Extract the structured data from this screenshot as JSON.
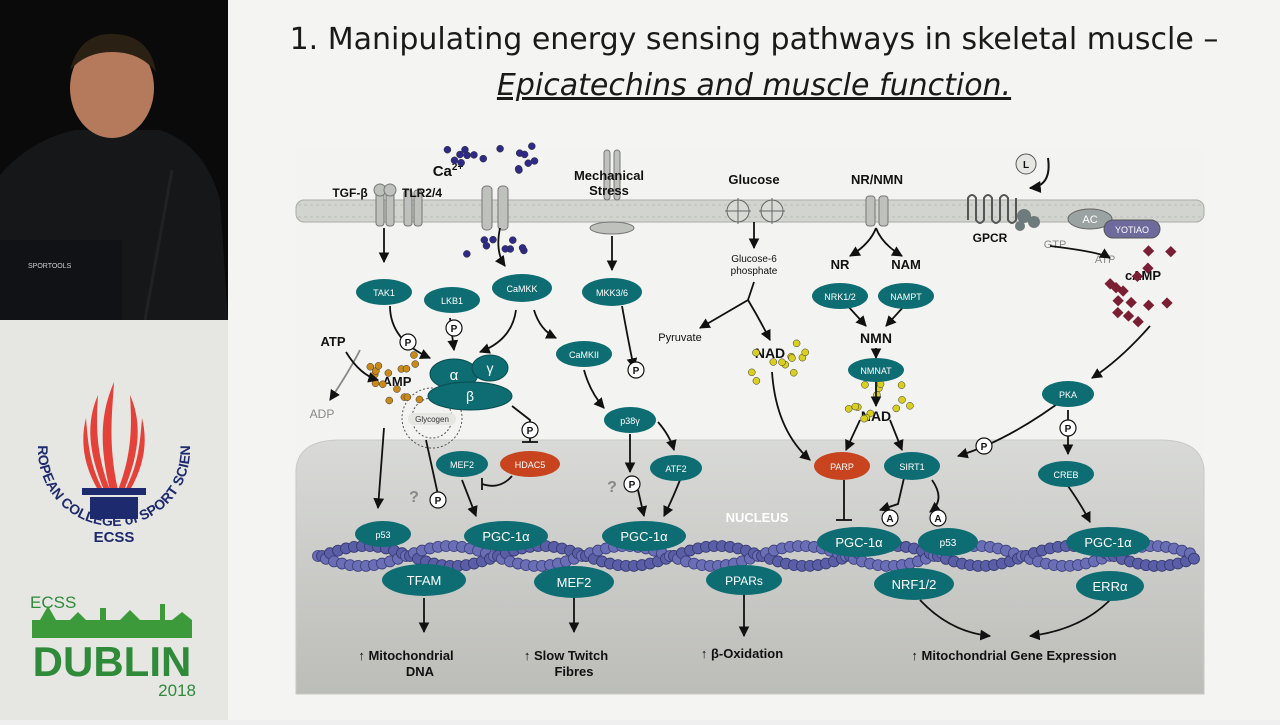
{
  "slide": {
    "title_line1": "1. Manipulating energy sensing pathways in skeletal muscle –",
    "title_line2": "Epicatechins and muscle function."
  },
  "laptop_brand": "SPORTOOLS",
  "left_panel": {
    "logo_org_text": "EUROPEAN COLLEGE of SPORT SCIENCE",
    "logo_abbrev": "ECSS",
    "event_prefix": "ECSS",
    "event_city": "DUBLIN",
    "event_year": "2018"
  },
  "diagram": {
    "receptors": {
      "tgfb": "TGF-β",
      "tlr": "TLR2/4",
      "ca": "Ca",
      "ca_sup": "2+",
      "mech1": "Mechanical",
      "mech2": "Stress",
      "glucose": "Glucose",
      "nrnmn": "NR/NMN",
      "gpcr": "GPCR",
      "ligand": "L",
      "ac": "AC",
      "yotiao": "YOTIAO",
      "gtp": "GTP",
      "atp2": "ATP",
      "camp": "cAMP"
    },
    "metabolites": {
      "atp": "ATP",
      "amp": "AMP",
      "adp": "ADP",
      "glycogen": "Glycogen",
      "g6p1": "Glucose-6",
      "g6p2": "phosphate",
      "pyruvate": "Pyruvate",
      "nad1": "NAD",
      "nr": "NR",
      "nam": "NAM",
      "nmn": "NMN",
      "nad2": "NAD",
      "nucleus": "NUCLEUS",
      "q1": "?",
      "q2": "?"
    },
    "nodes": {
      "tak1": "TAK1",
      "lkb1": "LKB1",
      "camkk": "CaMKK",
      "mkk36": "MKK3/6",
      "nrk12": "NRK1/2",
      "nampt": "NAMPT",
      "alpha": "α",
      "gamma": "γ",
      "beta": "β",
      "camkii": "CaMKII",
      "p38": "p38γ",
      "nmnat": "NMNAT",
      "pka": "PKA",
      "mef2a": "MEF2",
      "hdac5": "HDAC5",
      "atf2": "ATF2",
      "parp": "PARP",
      "sirt1": "SIRT1",
      "creb": "CREB",
      "p53a": "p53",
      "pgc1": "PGC-1α",
      "pgc2": "PGC-1α",
      "pgc3": "PGC-1α",
      "p53b": "p53",
      "pgc4": "PGC-1α",
      "tfam": "TFAM",
      "mef2b": "MEF2",
      "ppars": "PPARs",
      "nrf12": "NRF1/2",
      "erra": "ERRα"
    },
    "badges": {
      "p": "P",
      "a": "A"
    },
    "outcomes": {
      "mito1": "Mitochondrial",
      "mito2": "DNA",
      "slow1": "Slow Twitch",
      "slow2": "Fibres",
      "boxid": "β-Oxidation",
      "mge": "Mitochondrial Gene Expression"
    }
  },
  "colors": {
    "node": "#0e6d72",
    "node_red": "#c8441f",
    "membrane": "#d2d4cf",
    "amp_dot": "#c98a1a",
    "nad_dot": "#d8cf1e",
    "ca_dot": "#2e2a86",
    "camp_dot": "#7a1f33"
  }
}
